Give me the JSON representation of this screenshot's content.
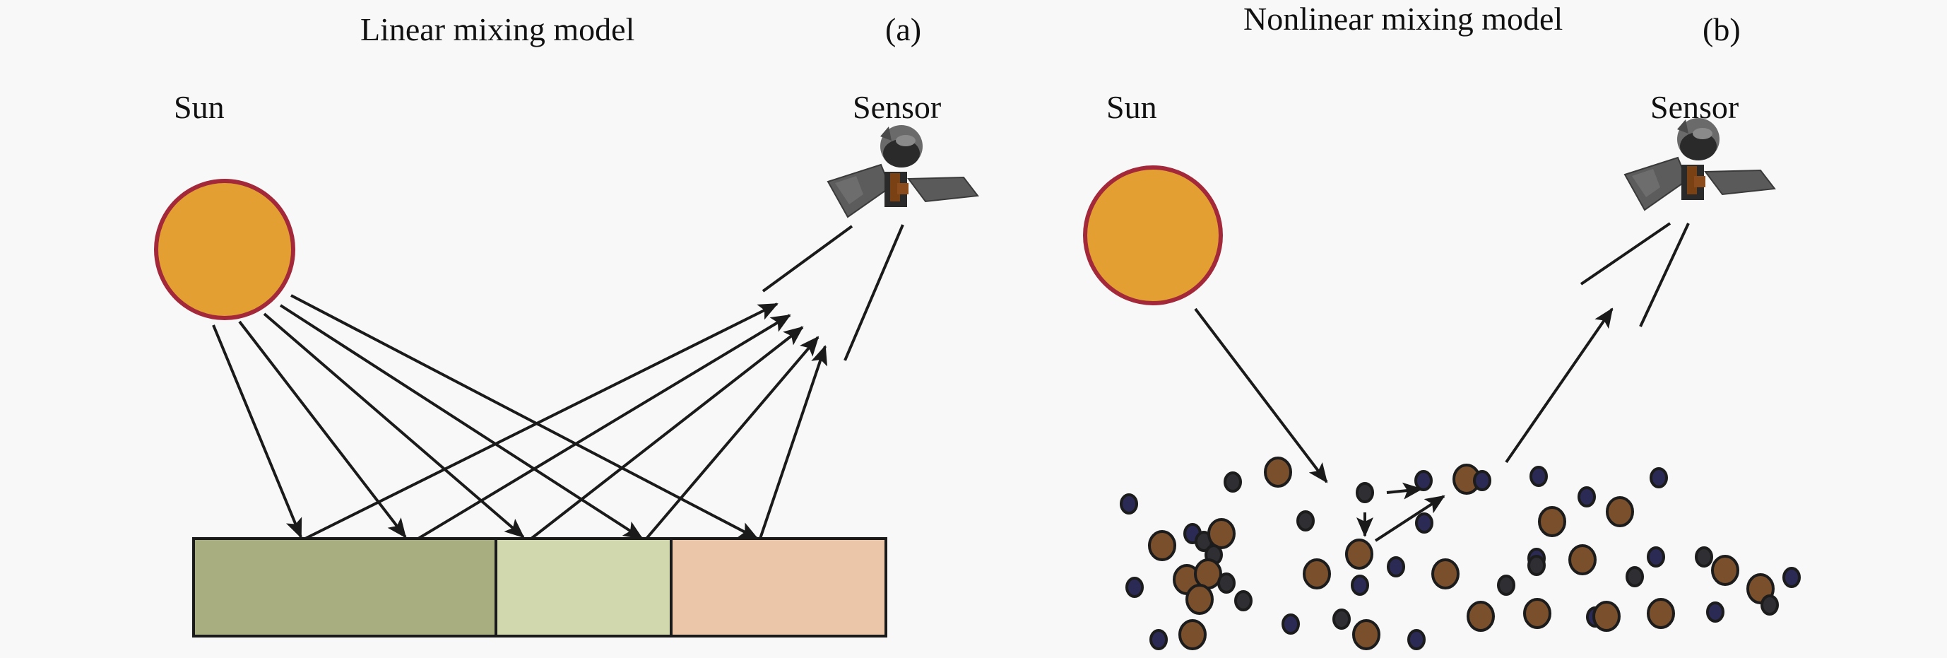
{
  "colors": {
    "background": "#f8f8f8",
    "sun_fill": "#e39f32",
    "sun_stroke": "#a3283a",
    "arrow": "#1a1a1a",
    "endmember_1": "#a8ae80",
    "endmember_2": "#d2d8ad",
    "endmember_3": "#ecc6a8",
    "particle_large": "#7a4f2c",
    "particle_small_dark": "#2e2e33",
    "particle_small_blue": "#2b2a55",
    "satellite_panel": "#5c5c5c",
    "satellite_body": "#7a4115"
  },
  "panel_a": {
    "title": "Linear mixing model",
    "tag": "(a)",
    "sun_label": "Sun",
    "sensor_label": "Sensor",
    "sun_icon": "sun-icon",
    "sensor_icon": "satellite-icon",
    "endmembers": [
      {
        "name": "endmember-1",
        "relative_width": 0.435
      },
      {
        "name": "endmember-2",
        "relative_width": 0.25
      },
      {
        "name": "endmember-3",
        "relative_width": 0.315
      }
    ],
    "incident_ray_count": 5,
    "reflected_ray_count": 5
  },
  "panel_b": {
    "title": "Nonlinear mixing model",
    "tag": "(b)",
    "sun_label": "Sun",
    "sensor_label": "Sensor",
    "sun_icon": "sun-icon",
    "sensor_icon": "satellite-icon",
    "particle_types": [
      "large-brown-particle",
      "small-dark-particle",
      "small-blue-particle"
    ],
    "description": "multiple scattering among intimately mixed particles"
  }
}
